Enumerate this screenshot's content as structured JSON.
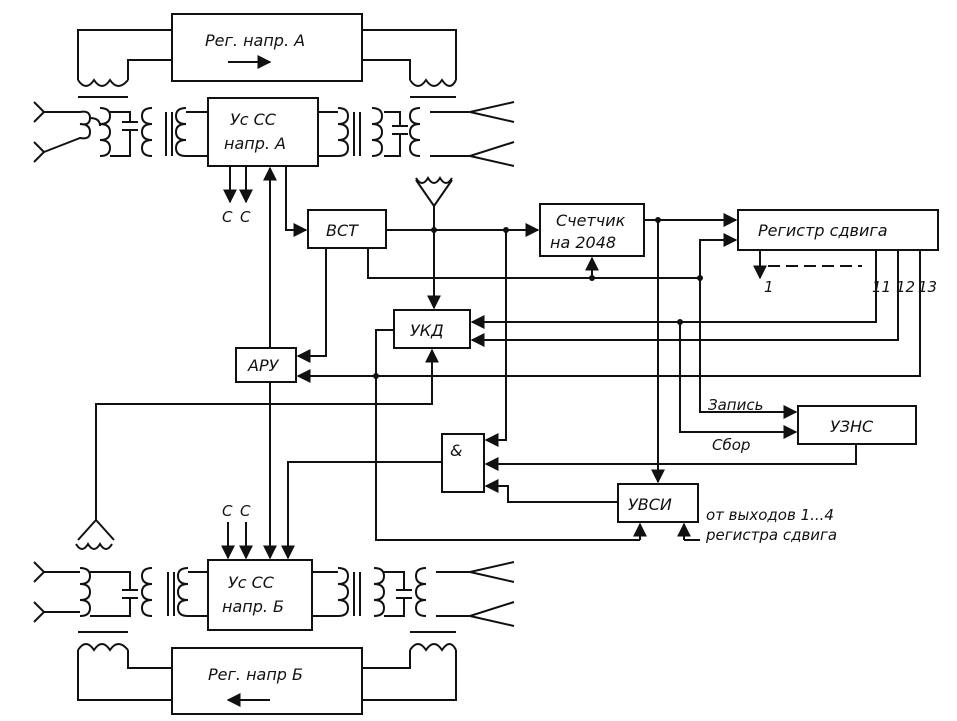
{
  "blocks": {
    "reg_a": "Рег. напр. А",
    "us_a_line1": "Ус СС",
    "us_a_line2": "напр. А",
    "vst": "ВСТ",
    "counter_line1": "Счетчик",
    "counter_line2": "на 2048",
    "shift_register": "Регистр сдвига",
    "ukd": "УКД",
    "aru": "АРУ",
    "uzns": "УЗНС",
    "and_gate": "&",
    "uvsi": "УВСИ",
    "us_b_line1": "Ус СС",
    "us_b_line2": "напр. Б",
    "reg_b": "Рег. напр Б"
  },
  "labels": {
    "c_top_1": "С",
    "c_top_2": "С",
    "c_bot_1": "С",
    "c_bot_2": "С",
    "reg_out_1": "1",
    "reg_out_11": "11",
    "reg_out_12": "12",
    "reg_out_13": "13",
    "zapis": "Запись",
    "sbor": "Сбор",
    "note_line1": "от выходов 1...4",
    "note_line2": "регистра сдвига"
  }
}
